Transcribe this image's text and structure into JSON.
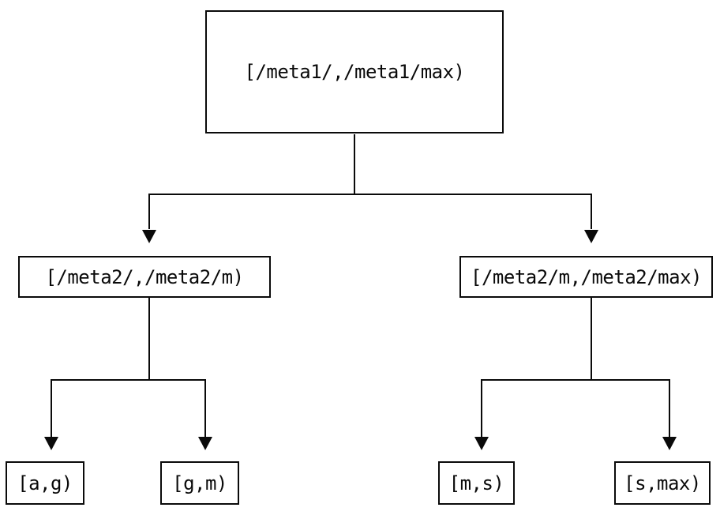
{
  "diagram": {
    "background_color": "#ffffff",
    "line_color": "#0a0a0a",
    "nodes": {
      "root": {
        "label": "[/meta1/,/meta1/max)"
      },
      "range_left": {
        "label": "[/meta2/,/meta2/m)"
      },
      "range_right": {
        "label": "[/meta2/m,/meta2/max)"
      },
      "leaf_a_g": {
        "label": "[a,g)"
      },
      "leaf_g_m": {
        "label": "[g,m)"
      },
      "leaf_m_s": {
        "label": "[m,s)"
      },
      "leaf_s_max": {
        "label": "[s,max)"
      }
    }
  }
}
